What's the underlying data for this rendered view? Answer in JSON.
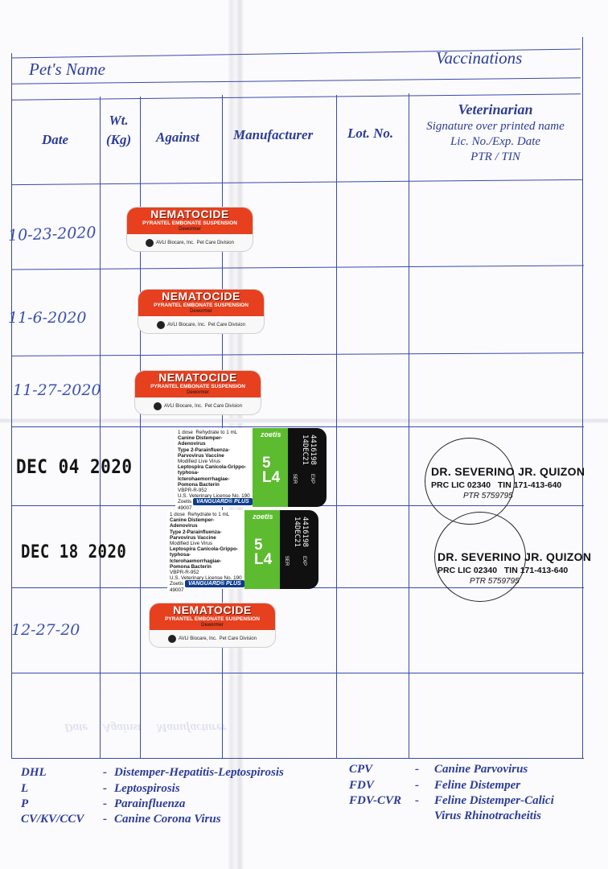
{
  "header": {
    "pets_name": "Pet's Name",
    "vaccinations": "Vaccinations"
  },
  "columns": {
    "date": "Date",
    "wt_line1": "Wt.",
    "wt_line2": "(Kg)",
    "against": "Against",
    "manufacturer": "Manufacturer",
    "lot_no": "Lot. No.",
    "vet_title": "Veterinarian",
    "vet_line1": "Signature over printed name",
    "vet_line2": "Lic. No./Exp. Date",
    "vet_line3": "PTR / TIN"
  },
  "rows": [
    {
      "date": "10-23-2020",
      "kind": "nematocide"
    },
    {
      "date": "11-6-2020",
      "kind": "nematocide"
    },
    {
      "date": "11-27-2020",
      "kind": "nematocide"
    },
    {
      "date": "DEC 04 2020",
      "kind": "vanguard"
    },
    {
      "date": "DEC 18 2020",
      "kind": "vanguard"
    },
    {
      "date": "12-27-20",
      "kind": "nematocide"
    }
  ],
  "nematocide": {
    "brand": "NEMATOCIDE",
    "line1": "PYRANTEL EMBONATE SUSPENSION",
    "line2": "Dewormer",
    "maker": "AVLI Biocare, Inc.",
    "division": "Pet Care Division"
  },
  "vanguard": {
    "dose": "1 dose",
    "rehydrate": "Rehydrate to 1 mL",
    "l1": "Canine Distemper-Adenovirus",
    "l2": "Type 2-Parainfluenza-",
    "l3": "Parvovirus Vaccine",
    "l4": "Modified Live Virus",
    "l5": "Leptospira Canicola-Grippo-",
    "l6": "typhosa-Icterohaemorrhagiae-",
    "l7": "Pomona Bacterin",
    "l8": "VBPR-R-952",
    "l9": "U.S. Veterinary License No. 190",
    "l10": "Zoetis Inc., Kalamazoo, MI 49007",
    "badge": "VANGUARD® PLUS",
    "zoetis": "zoetis",
    "big1": "5",
    "big2": "L4",
    "lot": "4416198",
    "exp": "14DEC21",
    "ser": "SER",
    "exp_label": "EXP"
  },
  "doctor": {
    "name": "DR. SEVERINO JR. QUIZON",
    "lic": "PRC LIC 02340",
    "tin": "TIN 171-413-640",
    "ptr": "PTR 5759795"
  },
  "legend_left": [
    {
      "abbr": "DHL",
      "dash": "-",
      "desc": "Distemper-Hepatitis-Leptospirosis"
    },
    {
      "abbr": "L",
      "dash": "-",
      "desc": "Leptospirosis"
    },
    {
      "abbr": "P",
      "dash": "-",
      "desc": "Parainfluenza"
    },
    {
      "abbr": "CV/KV/CCV",
      "dash": "-",
      "desc": "Canine Corona Virus"
    }
  ],
  "legend_right": [
    {
      "abbr": "CPV",
      "dash": "-",
      "desc": "Canine Parvovirus"
    },
    {
      "abbr": "FDV",
      "dash": "-",
      "desc": "Feline Distemper"
    },
    {
      "abbr": "FDV-CVR",
      "dash": "-",
      "desc": "Feline Distemper-Calici"
    },
    {
      "abbr": "",
      "dash": "",
      "desc": "Virus Rhinotracheitis"
    }
  ]
}
